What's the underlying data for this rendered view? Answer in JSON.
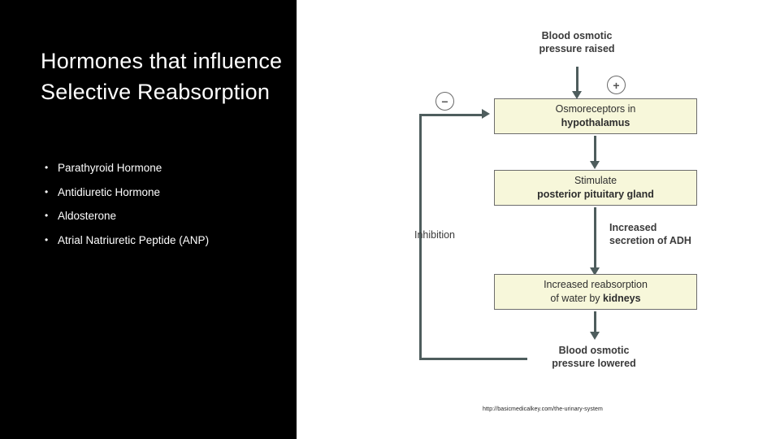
{
  "slide": {
    "title": "Hormones that influence Selective Reabsorption",
    "bullets": [
      {
        "marker": "•",
        "label": "Parathyroid Hormone"
      },
      {
        "marker": "•",
        "label": "Antidiuretic Hormone"
      },
      {
        "marker": "•",
        "label": "Aldosterone"
      },
      {
        "marker": "•",
        "label": "Atrial Natriuretic Peptide (ANP)"
      }
    ],
    "panel_color": "#000000",
    "text_color": "#ffffff"
  },
  "diagram": {
    "top_label_line1": "Blood osmotic",
    "top_label_line2": "pressure raised",
    "plus_sign": "+",
    "minus_sign": "−",
    "inhibition_label": "Inhibition",
    "box1_line1": "Osmoreceptors in",
    "box1_line2": "hypothalamus",
    "box2_line1": "Stimulate",
    "box2_line2": "posterior pituitary gland",
    "side_label_line1": "Increased",
    "side_label_line2": "secretion of ADH",
    "box3_line1": "Increased reabsorption",
    "box3_line2_thin": "of water by ",
    "box3_line2_bold": "kidneys",
    "bottom_label_line1": "Blood osmotic",
    "bottom_label_line2": "pressure lowered",
    "box_fill": "#f7f7da",
    "box_border": "#6d6d6d",
    "arrow_color": "#4e5d5d"
  },
  "source": {
    "url": "http://basicmedicalkey.com/the-urinary-system"
  }
}
